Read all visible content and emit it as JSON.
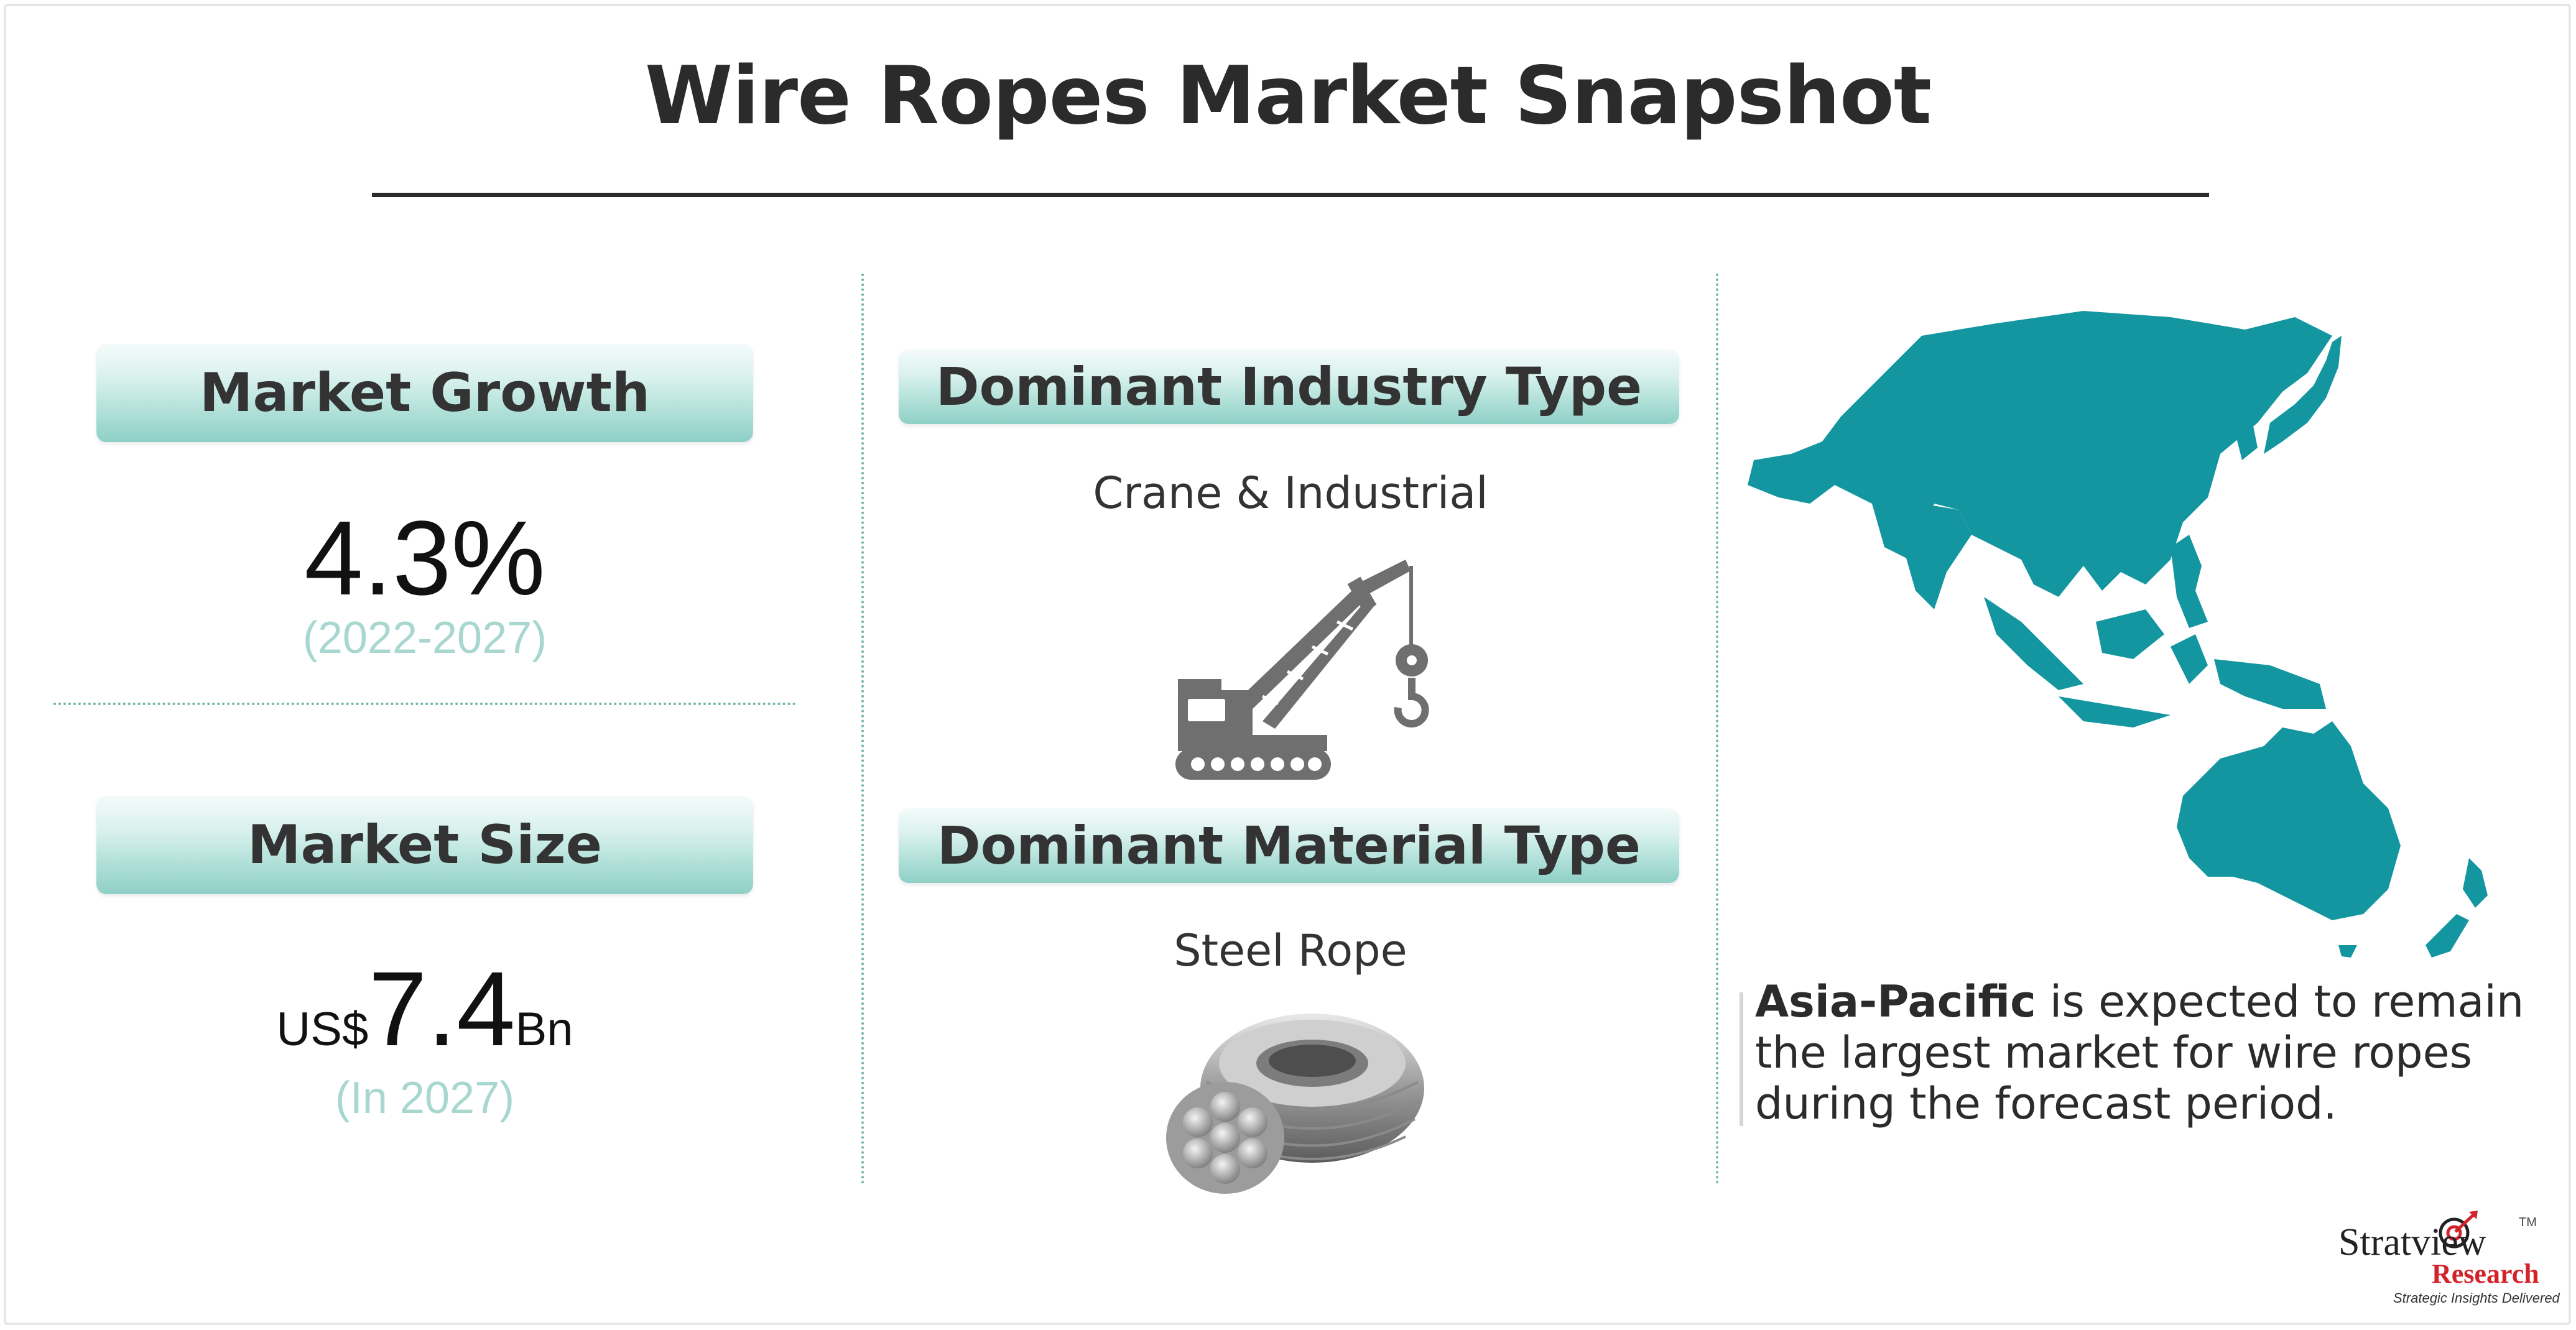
{
  "title": "Wire Ropes Market Snapshot",
  "market_growth": {
    "label": "Market Growth",
    "value": "4.3%",
    "period": "(2022-2027)"
  },
  "market_size": {
    "label": "Market Size",
    "prefix": "US$",
    "value": "7.4",
    "unit": "Bn",
    "period": "(In 2027)"
  },
  "industry": {
    "label": "Dominant Industry Type",
    "value": "Crane & Industrial",
    "icon": "crane-icon"
  },
  "material": {
    "label": "Dominant Material Type",
    "value": "Steel Rope",
    "icon": "steel-rope-image"
  },
  "region": {
    "highlight": "Asia-Pacific",
    "text": " is expected to remain the largest market for wire ropes during the forecast period.",
    "map_color": "#13969f"
  },
  "logo": {
    "name": "Stratview",
    "tm": "TM",
    "research": "Research",
    "tagline": "Strategic Insights Delivered"
  },
  "colors": {
    "accent_teal": "#8fd0c6",
    "dotted_rule": "#6fb5ad",
    "sub_text": "#a8d7d0",
    "icon_gray": "#6f6f6f",
    "logo_red": "#d2232a"
  }
}
